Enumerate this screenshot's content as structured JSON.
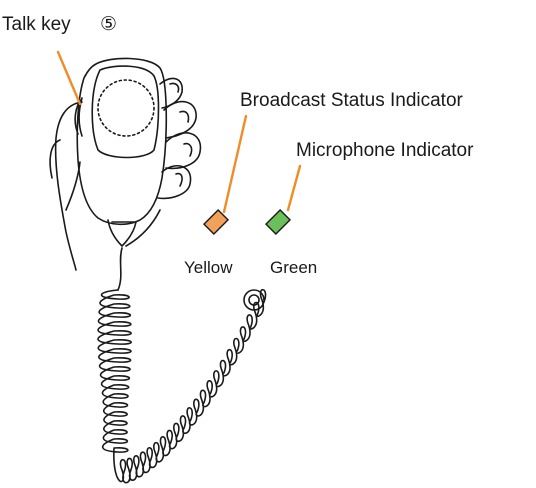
{
  "labels": {
    "talk_key": "Talk key",
    "talk_key_number": "⑤",
    "broadcast_status": "Broadcast Status Indicator",
    "microphone_indicator": "Microphone Indicator",
    "yellow": "Yellow",
    "green": "Green"
  },
  "colors": {
    "leader_line": "#f08c28",
    "yellow_indicator": "#f2a15a",
    "green_indicator": "#6cc05a",
    "ink": "#1a1a1a"
  }
}
